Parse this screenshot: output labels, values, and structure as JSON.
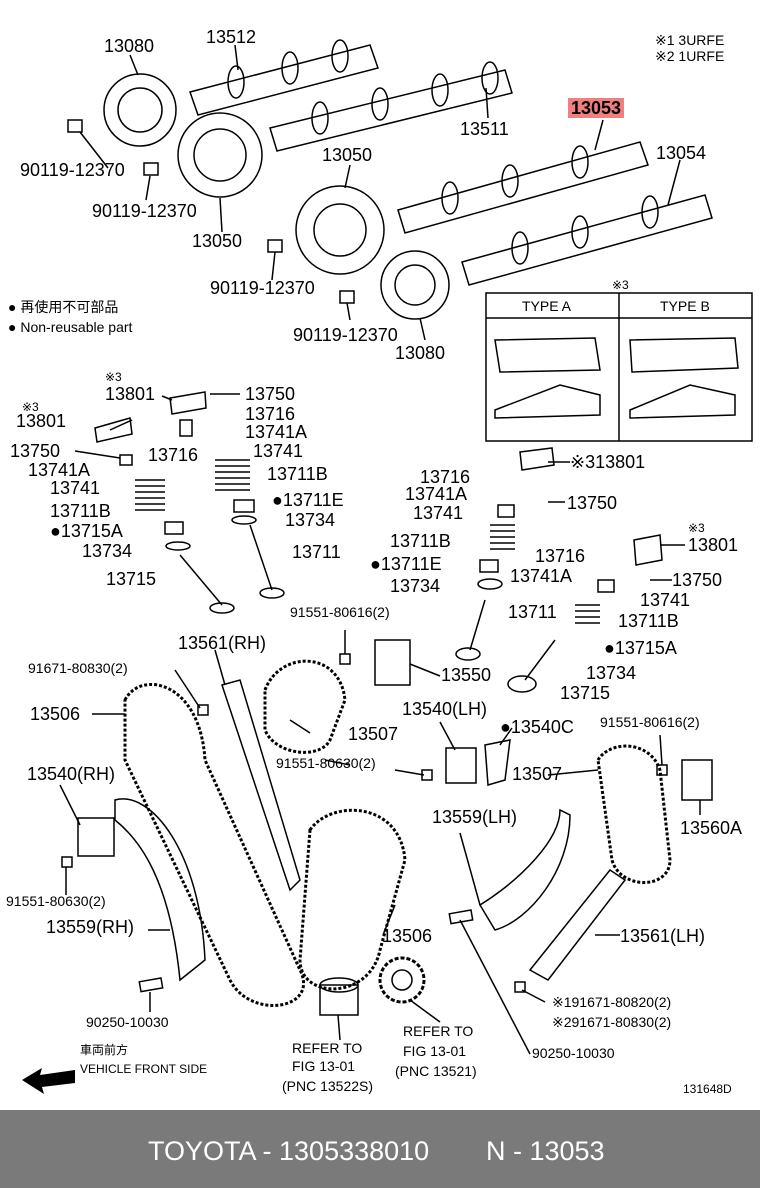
{
  "legend": {
    "note1": "※1 3URFE",
    "note2": "※2 1URFE",
    "bullet_jp": "● 再使用不可部品",
    "bullet_en": "● Non-reusable part"
  },
  "type_box": {
    "mark": "※3",
    "type_a": "TYPE A",
    "type_b": "TYPE B"
  },
  "labels": {
    "p13080a": "13080",
    "p13512": "13512",
    "p13511": "13511",
    "p13053": "13053",
    "p13054": "13054",
    "p13050a": "13050",
    "p13050b": "13050",
    "b1": "90119-12370",
    "b2": "90119-12370",
    "b3": "90119-12370",
    "b4": "90119-12370",
    "p13080b": "13080",
    "m3a": "※3",
    "p13801a": "13801",
    "m3b": "※3",
    "p13801b": "13801",
    "p13750a": "13750",
    "p13716a": "13716",
    "p13741Aa": "13741A",
    "p13750b": "13750",
    "p13716b": "13716",
    "p13741a": "13741",
    "p13741Ab": "13741A",
    "p13711Ba": "13711B",
    "p13741b": "13741",
    "p13711Ea": "●13711E",
    "p13711Bb": "13711B",
    "p13734a": "13734",
    "p13715Aa": "●13715A",
    "p13711a": "13711",
    "p13734b": "13734",
    "p13715a": "13715",
    "p13716c": "13716",
    "p13801c": "※313801",
    "p13741Ac": "13741A",
    "p13750c": "13750",
    "p13741c": "13741",
    "p13711Bc": "13711B",
    "p13711Eb": "●13711E",
    "p13734c": "13734",
    "m3c": "※3",
    "p13801d": "13801",
    "p13716d": "13716",
    "p13741Ad": "13741A",
    "p13750d": "13750",
    "p13741d": "13741",
    "p13711b": "13711",
    "p13711Bd": "13711B",
    "p13715Ab": "●13715A",
    "p13734d": "13734",
    "p13715b": "13715",
    "s91551a": "91551-80616(2)",
    "p13561rh": "13561(RH)",
    "s91671a": "91671-80830(2)",
    "p13550": "13550",
    "p13506a": "13506",
    "p13507a": "13507",
    "p13540lh": "13540(LH)",
    "p13540c": "●13540C",
    "s91551b": "91551-80616(2)",
    "s91551c": "91551-80630(2)",
    "p13507b": "13507",
    "p13540rh": "13540(RH)",
    "p13560a": "13560A",
    "p13559lh": "13559(LH)",
    "s91551d": "91551-80630(2)",
    "p13559rh": "13559(RH)",
    "p13506b": "13506",
    "p13561lh": "13561(LH)",
    "s91671b": "※191671-80820(2)",
    "s91671c": "※291671-80830(2)",
    "p90250a": "90250-10030",
    "ref1a": "REFER TO",
    "ref1b": "FIG 13-01",
    "ref1c": "(PNC 13522S)",
    "ref2a": "REFER TO",
    "ref2b": "FIG 13-01",
    "ref2c": "(PNC 13521)",
    "p90250b": "90250-10030",
    "veh_jp": "車両前方",
    "veh_en": "VEHICLE FRONT SIDE",
    "fig_no": "131648D"
  },
  "footer": {
    "brand": "TOYOTA - 1305338010",
    "part": "N - 13053"
  }
}
